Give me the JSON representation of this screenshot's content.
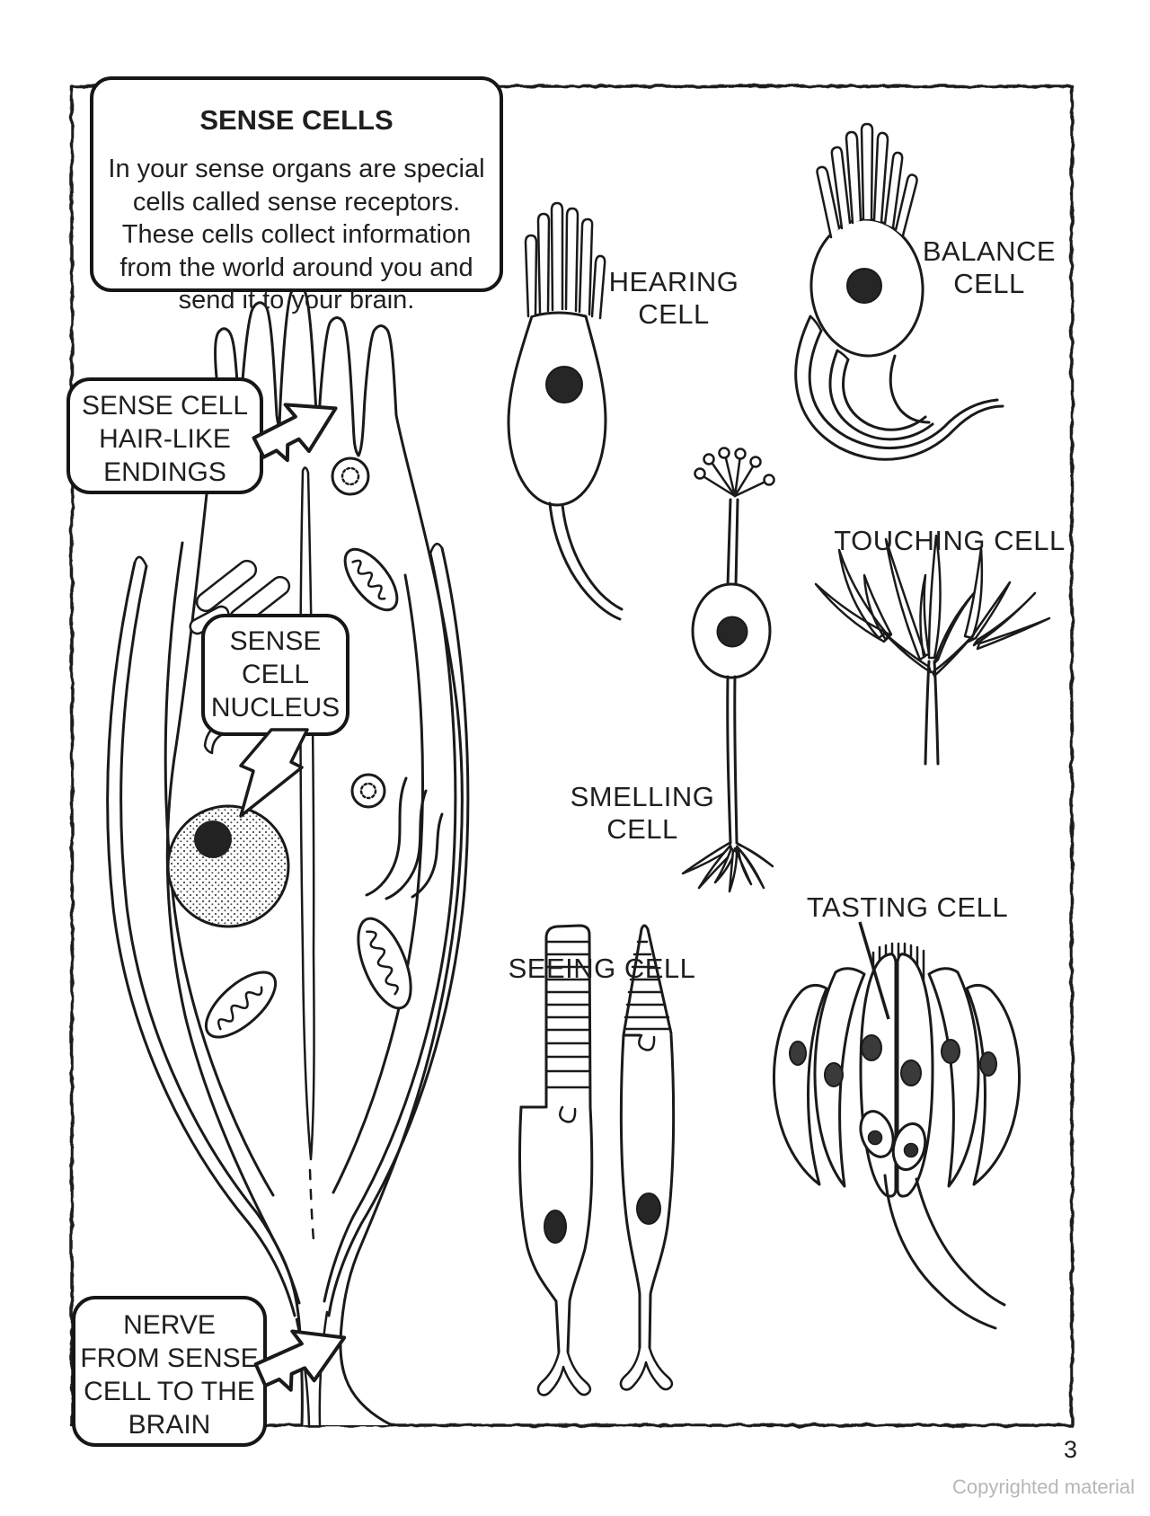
{
  "page": {
    "number": "3",
    "watermark": "Copyrighted material"
  },
  "intro": {
    "title": "SENSE CELLS",
    "body": "In your sense organs are special\ncells called sense receptors.\nThese cells collect information\nfrom the world around you and\nsend it to your brain."
  },
  "callouts": {
    "hair_endings": {
      "label": "SENSE CELL\nHAIR-LIKE\nENDINGS"
    },
    "nucleus": {
      "label": "SENSE\nCELL\nNUCLEUS"
    },
    "nerve": {
      "label": "NERVE\nFROM SENSE\nCELL TO THE\nBRAIN"
    }
  },
  "cell_labels": {
    "hearing": "HEARING\nCELL",
    "balance": "BALANCE\nCELL",
    "touching": "TOUCHING CELL",
    "smelling": "SMELLING\nCELL",
    "tasting": "TASTING CELL",
    "seeing": "SEEING CELL"
  },
  "colors": {
    "ink": "#1a1a1a",
    "paper": "#ffffff",
    "watermark": "#b7b7b7"
  }
}
